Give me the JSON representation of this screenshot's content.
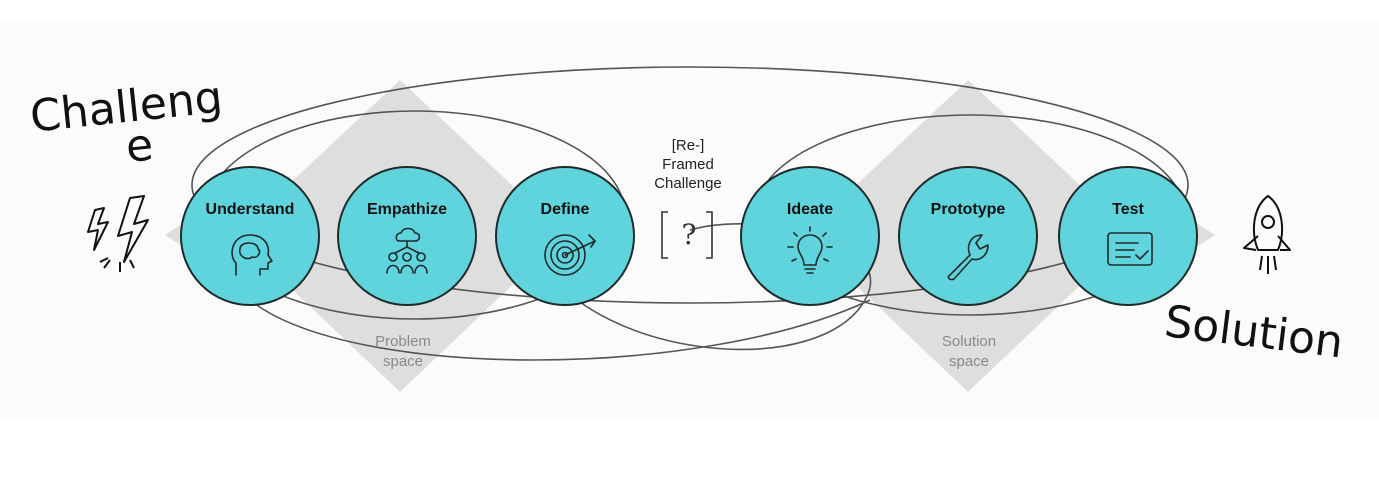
{
  "challenge_label": [
    "Challeng",
    "e"
  ],
  "solution_label": "Solution",
  "reframed": [
    "[Re-]",
    "Framed",
    "Challenge"
  ],
  "reframe_symbol": "?",
  "stages": [
    {
      "label": "Understand",
      "icon": "head-brain-icon"
    },
    {
      "label": "Empathize",
      "icon": "people-cloud-icon"
    },
    {
      "label": "Define",
      "icon": "target-arrow-icon"
    },
    {
      "label": "Ideate",
      "icon": "lightbulb-icon"
    },
    {
      "label": "Prototype",
      "icon": "wrench-icon"
    },
    {
      "label": "Test",
      "icon": "checklist-icon"
    }
  ],
  "spaces": {
    "problem": [
      "Problem",
      "space"
    ],
    "solution": [
      "Solution",
      "space"
    ]
  },
  "colors": {
    "stage_fill": "#5fd4dd",
    "stage_stroke": "#1f2a2a",
    "diamond": "#dedede",
    "loop": "#555555"
  }
}
